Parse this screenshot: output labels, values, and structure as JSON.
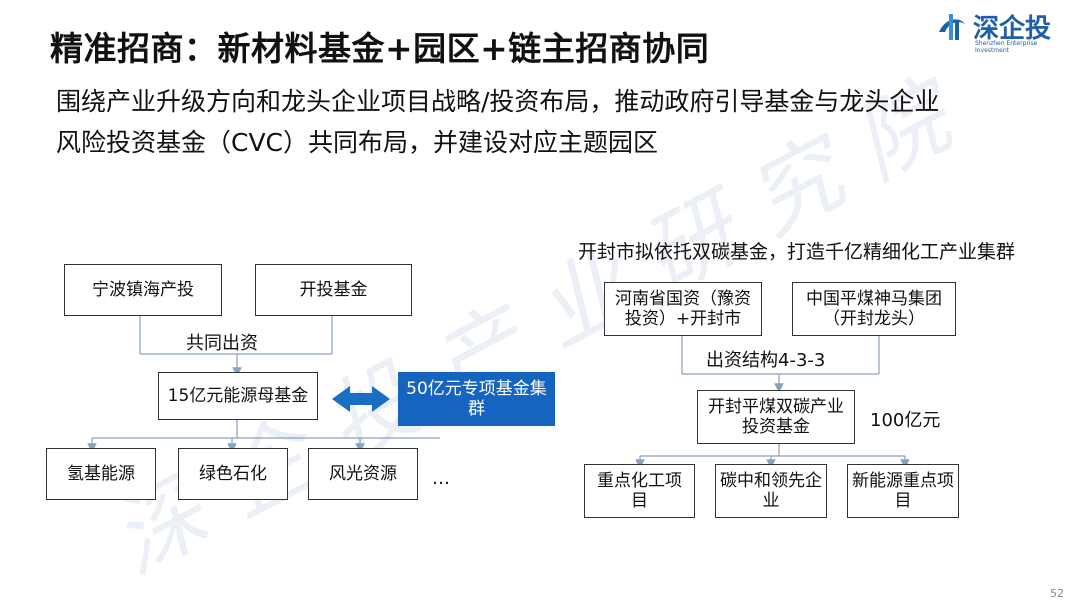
{
  "logo": {
    "name": "深企投",
    "subtitle": "Shenzhen Enterprise Investment",
    "color": "#1f5fa8"
  },
  "watermark": "深企投产业研究院",
  "title": "精准招商：新材料基金+园区+链主招商协同",
  "subtitle_lines": [
    "围绕产业升级方向和龙头企业项目战略/投资布局，推动政府引导基金与龙头企业",
    "风险投资基金（CVC）共同布局，并建设对应主题园区"
  ],
  "left_diagram": {
    "investor_1": "宁波镇海产投",
    "investor_2": "开投基金",
    "joint_label": "共同出资",
    "mother_fund": "15亿元能源母基金",
    "special_fund": "50亿元专项基金集群",
    "sub_funds": [
      "氢基能源",
      "绿色石化",
      "风光资源"
    ],
    "ellipsis": "…"
  },
  "right_diagram": {
    "heading": "开封市拟依托双碳基金，打造千亿精细化工产业集群",
    "investor_1": "河南省国资（豫资投资）+开封市",
    "investor_2": "中国平煤神马集团（开封龙头）",
    "structure_label": "出资结构4-3-3",
    "fund": "开封平煤双碳产业投资基金",
    "fund_size": "100亿元",
    "projects": [
      "重点化工项目",
      "碳中和领先企业",
      "新能源重点项目"
    ]
  },
  "page_number": "52",
  "colors": {
    "accent_blue": "#1565c0",
    "arrow_blue": "#1a6fc4",
    "line_gray": "#8aa0c0"
  }
}
